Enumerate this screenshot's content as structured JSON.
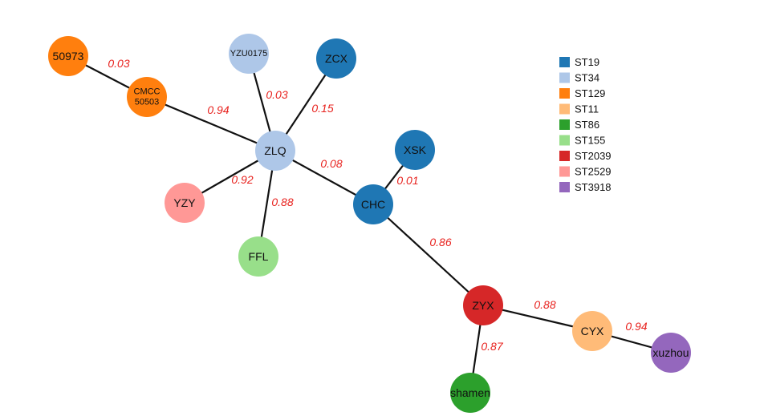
{
  "legend": [
    {
      "label": "ST19",
      "color": "#1f77b4"
    },
    {
      "label": "ST34",
      "color": "#aec7e8"
    },
    {
      "label": "ST129",
      "color": "#ff7f0e"
    },
    {
      "label": "ST11",
      "color": "#ffbb78"
    },
    {
      "label": "ST86",
      "color": "#2ca02c"
    },
    {
      "label": "ST155",
      "color": "#98df8a"
    },
    {
      "label": "ST2039",
      "color": "#d62728"
    },
    {
      "label": "ST2529",
      "color": "#ff9896"
    },
    {
      "label": "ST3918",
      "color": "#9467bd"
    }
  ],
  "nodes": [
    {
      "id": "50973",
      "label": [
        "50973"
      ],
      "st": "ST129"
    },
    {
      "id": "CMCC",
      "label": [
        "CMCC",
        "50503"
      ],
      "st": "ST129"
    },
    {
      "id": "YZU0175",
      "label": [
        "YZU0175"
      ],
      "st": "ST34"
    },
    {
      "id": "ZCX",
      "label": [
        "ZCX"
      ],
      "st": "ST19"
    },
    {
      "id": "ZLQ",
      "label": [
        "ZLQ"
      ],
      "st": "ST34"
    },
    {
      "id": "XSK",
      "label": [
        "XSK"
      ],
      "st": "ST19"
    },
    {
      "id": "YZY",
      "label": [
        "YZY"
      ],
      "st": "ST2529"
    },
    {
      "id": "FFL",
      "label": [
        "FFL"
      ],
      "st": "ST155"
    },
    {
      "id": "CHC",
      "label": [
        "CHC"
      ],
      "st": "ST19"
    },
    {
      "id": "ZYX",
      "label": [
        "ZYX"
      ],
      "st": "ST2039"
    },
    {
      "id": "CYX",
      "label": [
        "CYX"
      ],
      "st": "ST11"
    },
    {
      "id": "xuzhou",
      "label": [
        "xuzhou"
      ],
      "st": "ST3918"
    },
    {
      "id": "shamen",
      "label": [
        "shamen"
      ],
      "st": "ST86"
    }
  ],
  "edges": [
    {
      "source": "50973",
      "target": "CMCC",
      "weight": "0.03"
    },
    {
      "source": "CMCC",
      "target": "ZLQ",
      "weight": "0.94"
    },
    {
      "source": "YZU0175",
      "target": "ZLQ",
      "weight": "0.03"
    },
    {
      "source": "ZCX",
      "target": "ZLQ",
      "weight": "0.15"
    },
    {
      "source": "ZLQ",
      "target": "CHC",
      "weight": "0.08"
    },
    {
      "source": "ZLQ",
      "target": "YZY",
      "weight": "0.92"
    },
    {
      "source": "ZLQ",
      "target": "FFL",
      "weight": "0.88"
    },
    {
      "source": "XSK",
      "target": "CHC",
      "weight": "0.01"
    },
    {
      "source": "CHC",
      "target": "ZYX",
      "weight": "0.86"
    },
    {
      "source": "ZYX",
      "target": "CYX",
      "weight": "0.88"
    },
    {
      "source": "CYX",
      "target": "xuzhou",
      "weight": "0.94"
    },
    {
      "source": "ZYX",
      "target": "shamen",
      "weight": "0.87"
    }
  ]
}
